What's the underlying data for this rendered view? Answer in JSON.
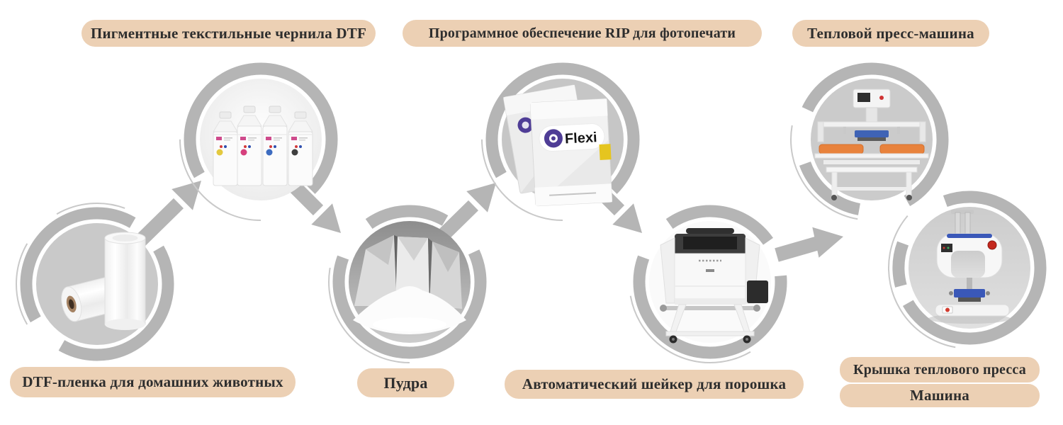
{
  "labels": {
    "pigment_ink": "Пигментные текстильные чернила DTF",
    "rip_software": "Программное обеспечение RIP для фотопечати",
    "heat_press": "Тепловой пресс-машина",
    "dtf_film": "DTF-пленка для домашних животных",
    "powder": "Пудра",
    "powder_shaker": "Автоматический шейкер для порошка",
    "cap_press_line1": "Крышка теплового пресса",
    "cap_press_line2": "Машина"
  },
  "software_box": {
    "brand": "Flexi"
  },
  "colors": {
    "label_bg": "#ecd0b4",
    "label_text": "#2e2e2e",
    "diagram_gray": "#b5b5b5",
    "platen_orange": "#e8823c",
    "machine_blue": "#3a58b8",
    "flexi_purple": "#4f3d96",
    "flexi_yellow": "#e5c51f"
  }
}
